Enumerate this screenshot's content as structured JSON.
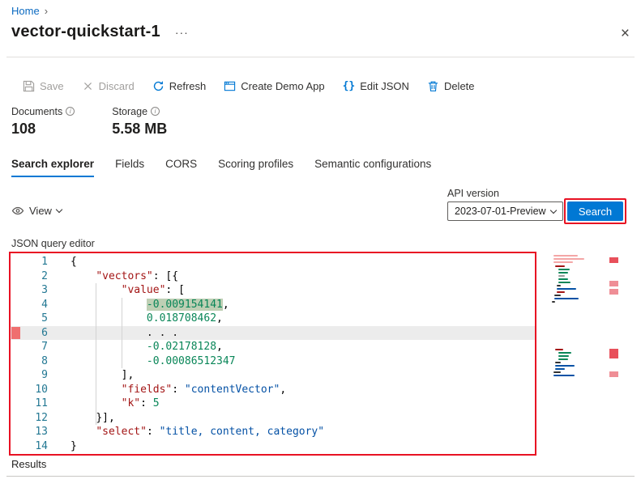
{
  "colors": {
    "accent_blue": "#0078d4",
    "annotation_red": "#e81123",
    "json_key": "#a31515",
    "json_string": "#0451a5",
    "json_number": "#098658"
  },
  "icons": {
    "info_glyph": "i"
  },
  "breadcrumb": {
    "home": "Home",
    "separator": "›"
  },
  "header": {
    "title": "vector-quickstart-1",
    "more": "···",
    "close": "×"
  },
  "toolbar": {
    "items": [
      {
        "label": "Save",
        "disabled": true
      },
      {
        "label": "Discard",
        "disabled": true
      },
      {
        "label": "Refresh",
        "disabled": false
      },
      {
        "label": "Create Demo App",
        "disabled": false
      },
      {
        "label": "Edit JSON",
        "disabled": false,
        "glyph": "{}"
      },
      {
        "label": "Delete",
        "disabled": false
      }
    ]
  },
  "stats": [
    {
      "label": "Documents",
      "value": "108"
    },
    {
      "label": "Storage",
      "value": "5.58 MB"
    }
  ],
  "tabs": [
    {
      "label": "Search explorer",
      "active": true
    },
    {
      "label": "Fields",
      "active": false
    },
    {
      "label": "CORS",
      "active": false
    },
    {
      "label": "Scoring profiles",
      "active": false
    },
    {
      "label": "Semantic configurations",
      "active": false
    }
  ],
  "controls": {
    "view_label": "View",
    "api_version_label": "API version",
    "api_version_value": "2023-07-01-Preview",
    "search_label": "Search"
  },
  "editor": {
    "label": "JSON query editor",
    "lines": [
      {
        "number": 1,
        "tokens": [
          {
            "t": "{",
            "c": "p"
          }
        ]
      },
      {
        "number": 2,
        "tokens": [
          {
            "t": "    ",
            "c": "ws"
          },
          {
            "t": "\"vectors\"",
            "c": "key"
          },
          {
            "t": ": [{",
            "c": "p"
          }
        ]
      },
      {
        "number": 3,
        "tokens": [
          {
            "t": "        ",
            "c": "ws"
          },
          {
            "t": "\"value\"",
            "c": "key"
          },
          {
            "t": ": [",
            "c": "p"
          }
        ]
      },
      {
        "number": 4,
        "tokens": [
          {
            "t": "            ",
            "c": "ws"
          },
          {
            "t": "-0.009154141",
            "c": "num",
            "hl": true
          },
          {
            "t": ",",
            "c": "p"
          }
        ]
      },
      {
        "number": 5,
        "tokens": [
          {
            "t": "            ",
            "c": "ws"
          },
          {
            "t": "0.018708462",
            "c": "num"
          },
          {
            "t": ",",
            "c": "p"
          }
        ]
      },
      {
        "number": 6,
        "current": true,
        "gutter_mark": true,
        "tokens": [
          {
            "t": "            ",
            "c": "ws"
          },
          {
            "t": ". . .",
            "c": "el"
          }
        ]
      },
      {
        "number": 7,
        "tokens": [
          {
            "t": "            ",
            "c": "ws"
          },
          {
            "t": "-0.02178128",
            "c": "num"
          },
          {
            "t": ",",
            "c": "p"
          }
        ]
      },
      {
        "number": 8,
        "tokens": [
          {
            "t": "            ",
            "c": "ws"
          },
          {
            "t": "-0.00086512347",
            "c": "num"
          }
        ]
      },
      {
        "number": 9,
        "tokens": [
          {
            "t": "        ",
            "c": "ws"
          },
          {
            "t": "],",
            "c": "p"
          }
        ]
      },
      {
        "number": 10,
        "tokens": [
          {
            "t": "        ",
            "c": "ws"
          },
          {
            "t": "\"fields\"",
            "c": "key"
          },
          {
            "t": ": ",
            "c": "p"
          },
          {
            "t": "\"contentVector\"",
            "c": "str"
          },
          {
            "t": ",",
            "c": "p"
          }
        ]
      },
      {
        "number": 11,
        "tokens": [
          {
            "t": "        ",
            "c": "ws"
          },
          {
            "t": "\"k\"",
            "c": "key"
          },
          {
            "t": ": ",
            "c": "p"
          },
          {
            "t": "5",
            "c": "num"
          }
        ]
      },
      {
        "number": 12,
        "tokens": [
          {
            "t": "    ",
            "c": "ws"
          },
          {
            "t": "}],",
            "c": "p"
          }
        ]
      },
      {
        "number": 13,
        "tokens": [
          {
            "t": "    ",
            "c": "ws"
          },
          {
            "t": "\"select\"",
            "c": "key"
          },
          {
            "t": ": ",
            "c": "p"
          },
          {
            "t": "\"title, content, category\"",
            "c": "str"
          }
        ]
      },
      {
        "number": 14,
        "tokens": [
          {
            "t": "}",
            "c": "p"
          }
        ]
      }
    ]
  },
  "results": {
    "label": "Results"
  }
}
